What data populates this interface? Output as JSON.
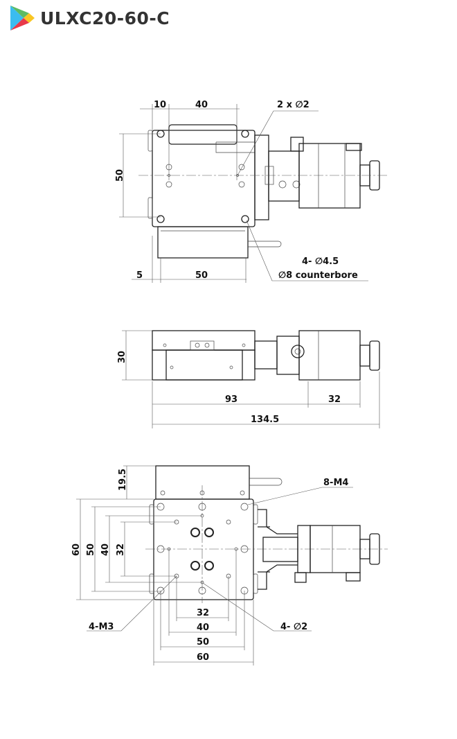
{
  "header": {
    "title": "ULXC20-60-C",
    "logo": "play-triangle-logo"
  },
  "top_view": {
    "dims": {
      "d10": "10",
      "d40": "40",
      "d50_v": "50",
      "d5": "5",
      "d50_h": "50"
    },
    "callouts": {
      "pin_holes": "2 x ∅2",
      "mount_holes": "4- ∅4.5",
      "counterbore": "∅8 counterbore"
    }
  },
  "side_view": {
    "dims": {
      "height": "30",
      "body_len": "93",
      "motor_len": "32",
      "total_len": "134.5"
    }
  },
  "bottom_view": {
    "dims": {
      "sensor": "19.5",
      "v60": "60",
      "v50": "50",
      "v40": "40",
      "v32": "32",
      "h32": "32",
      "h40": "40",
      "h50": "50",
      "h60": "60"
    },
    "callouts": {
      "m4": "8-M4",
      "m3": "4-M3",
      "pins": "4- ∅2"
    }
  }
}
